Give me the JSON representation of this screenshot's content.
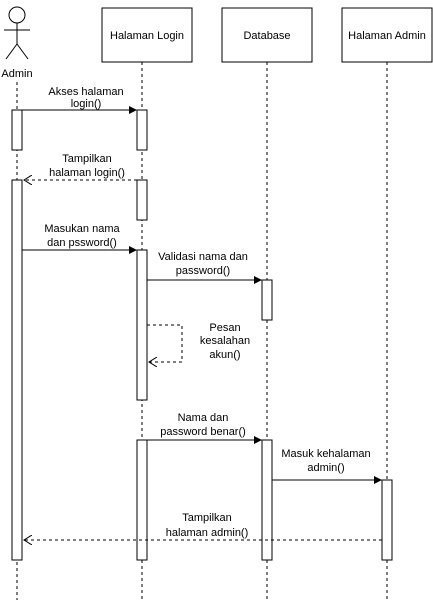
{
  "diagram": {
    "actor": {
      "label": "Admin"
    },
    "participants": [
      {
        "id": "login",
        "label": "Halaman Login"
      },
      {
        "id": "database",
        "label": "Database"
      },
      {
        "id": "admin_page",
        "label": "Halaman Admin"
      }
    ],
    "messages": [
      {
        "id": "m1",
        "lines": [
          "Akses halaman",
          "login()"
        ],
        "style": "sync"
      },
      {
        "id": "m2",
        "lines": [
          "Tampilkan",
          "halaman login()"
        ],
        "style": "return"
      },
      {
        "id": "m3",
        "lines": [
          "Masukan nama",
          "dan pssword()"
        ],
        "style": "sync"
      },
      {
        "id": "m4",
        "lines": [
          "Validasi nama dan",
          "password()"
        ],
        "style": "sync"
      },
      {
        "id": "m5",
        "lines": [
          "Pesan",
          "kesalahan",
          "akun()"
        ],
        "style": "self-return"
      },
      {
        "id": "m6",
        "lines": [
          "Nama dan",
          "password benar()"
        ],
        "style": "sync"
      },
      {
        "id": "m7",
        "lines": [
          "Masuk kehalaman",
          "admin()"
        ],
        "style": "sync"
      },
      {
        "id": "m8",
        "lines": [
          "Tampilkan",
          "halaman admin()"
        ],
        "style": "return"
      }
    ]
  }
}
